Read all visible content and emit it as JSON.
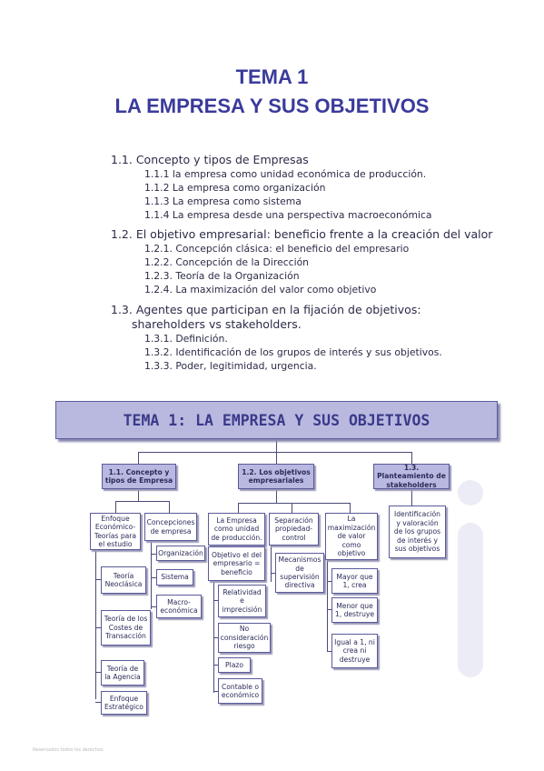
{
  "title_line1": "TEMA 1",
  "title_line2": "LA EMPRESA Y SUS OBJETIVOS",
  "toc": [
    {
      "text": "1.1. Concepto y tipos de Empresas",
      "level": 1
    },
    {
      "text": "1.1.1 la empresa como unidad económica de producción.",
      "level": 2
    },
    {
      "text": "1.1.2 La empresa como organización",
      "level": 2
    },
    {
      "text": "1.1.3 La empresa como sistema",
      "level": 2
    },
    {
      "text": "1.1.4 La empresa desde una perspectiva macroeconómica",
      "level": 2
    },
    {
      "text": "1.2. El objetivo empresarial: beneficio frente a la creación del valor",
      "level": 1
    },
    {
      "text": "1.2.1. Concepción clásica: el beneficio del empresario",
      "level": 2
    },
    {
      "text": "1.2.2. Concepción de la Dirección",
      "level": 2
    },
    {
      "text": "1.2.3. Teoría de la Organización",
      "level": 2
    },
    {
      "text": "1.2.4. La maximización del valor como objetivo",
      "level": 2
    },
    {
      "text": "1.3. Agentes que participan en la fijación de objetivos:",
      "level": 1
    },
    {
      "text": "shareholders vs stakeholders.",
      "level": 1
    },
    {
      "text": "1.3.1. Definición.",
      "level": 2
    },
    {
      "text": "1.3.2. Identificación de los grupos de interés y sus objetivos.",
      "level": 2
    },
    {
      "text": "1.3.3. Poder, legitimidad, urgencia.",
      "level": 2
    }
  ],
  "diagram": {
    "banner": "TEMA 1: LA EMPRESA Y SUS OBJETIVOS",
    "head1": "1.1. Concepto y tipos de Empresa",
    "head2": "1.2. Los objetivos empresariales",
    "head3": "1.3. Planteamiento de stakeholders",
    "c_enfoque": "Enfoque Económico-Teorías para el estudio",
    "c_concepciones": "Concepciones de empresa",
    "c_neoclasica": "Teoría Neoclásica",
    "c_costes": "Teoría de los Costes de Transacción",
    "c_agencia": "Teoría de la Agencia",
    "c_estrategico": "Enfoque Estratégico",
    "c_organizacion": "Organización",
    "c_sistema": "Sistema",
    "c_macro": "Macro-económica",
    "c_unidad": "La Empresa como unidad de producción.",
    "c_objetivo": "Objetivo el del empresario = beneficio",
    "c_relatividad": "Relatividad e imprecisión",
    "c_noriesgo": "No consideración riesgo",
    "c_plazo": "Plazo",
    "c_contable": "Contable o económico",
    "c_separacion": "Separación propiedad-control",
    "c_mecanismos": "Mecanismos de supervisión directiva",
    "c_maximizacion": "La maximización de valor como objetivo",
    "c_mayor": "Mayor que 1, crea",
    "c_menor": "Menor que 1, destruye",
    "c_igual": "Igual a 1, ni crea ni destruye",
    "c_identificacion": "Identificación y valoración de los grupos de interés y sus objetivos"
  },
  "footer": "Reservados todos los derechos."
}
